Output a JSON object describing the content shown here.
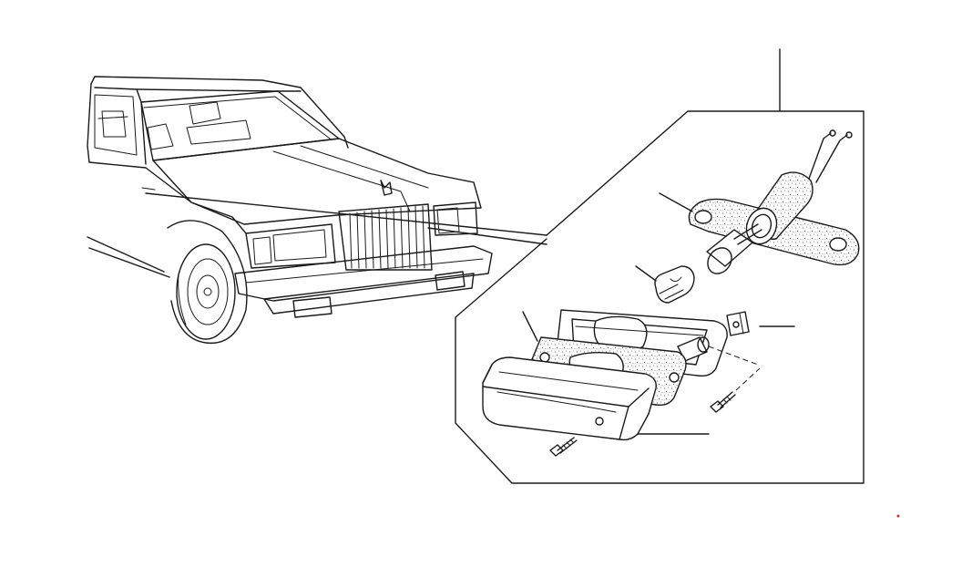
{
  "diagram": {
    "type": "exploded-parts-illustration",
    "subject": "car-front-side-marker-lamp",
    "colors": {
      "ink": "#1a1a1a",
      "background": "#ffffff",
      "speckle": "#6a6a6a"
    },
    "callouts": [
      {
        "id": "callout-top",
        "part": "harness-grommet"
      },
      {
        "id": "callout-gasket-plate",
        "part": "mounting-plate"
      },
      {
        "id": "callout-bulb",
        "part": "bulb"
      },
      {
        "id": "callout-clip",
        "part": "clip-nut"
      },
      {
        "id": "callout-seal",
        "part": "seal"
      },
      {
        "id": "callout-lens",
        "part": "lamp-lens"
      }
    ]
  }
}
